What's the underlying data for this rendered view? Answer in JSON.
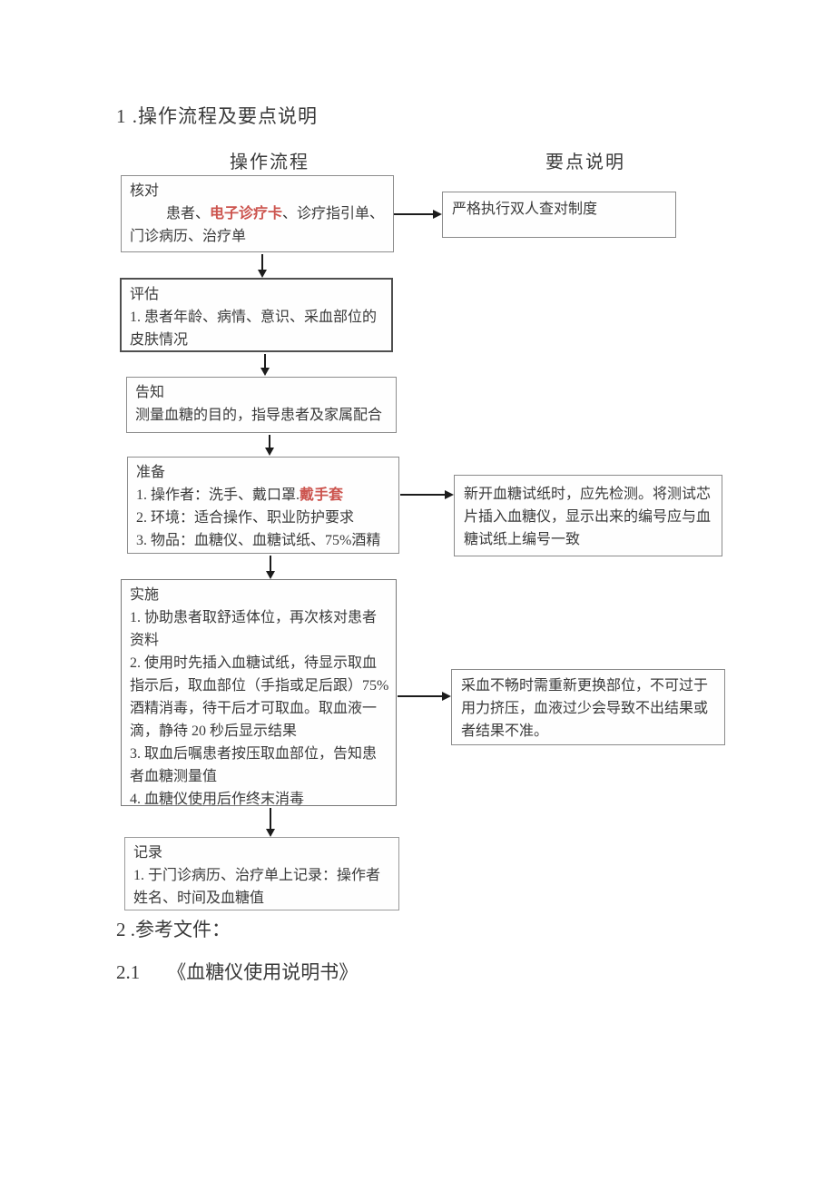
{
  "title": "1 .操作流程及要点说明",
  "headers": {
    "left": "操作流程",
    "right": "要点说明"
  },
  "flow_boxes": {
    "check": {
      "heading": "核对",
      "line2_pre": "患者、",
      "line2_red": "电子诊疗卡",
      "line2_post": "、诊疗指引单、",
      "line3": "门诊病历、治疗单"
    },
    "assess": {
      "heading": "评估",
      "line2": "1. 患者年龄、病情、意识、采血部位的",
      "line3": "皮肤情况"
    },
    "inform": {
      "heading": "告知",
      "line2": "测量血糖的目的，指导患者及家属配合"
    },
    "prepare": {
      "heading": "准备",
      "line2_pre": "1. 操作者：洗手、戴口罩.",
      "line2_red": "戴手套",
      "line3": "2. 环境：适合操作、职业防护要求",
      "line4": "3. 物品：血糖仪、血糖试纸、75%酒精"
    },
    "implement": {
      "heading": "实施",
      "lines": [
        "1. 协助患者取舒适体位，再次核对患者",
        "资料",
        "2. 使用时先插入血糖试纸，待显示取血",
        "指示后，取血部位（手指或足后跟）75%",
        "酒精消毒，待干后才可取血。取血液一",
        "滴，静待 20 秒后显示结果",
        "3. 取血后嘱患者按压取血部位，告知患",
        "者血糖测量值",
        "4. 血糖仪使用后作终末消毒"
      ]
    },
    "record": {
      "heading": "记录",
      "line2": "1. 于门诊病历、治疗单上记录：操作者",
      "line3": "姓名、时间及血糖值"
    }
  },
  "notes": {
    "note1": {
      "line1": "严格执行双人查对制度"
    },
    "note2": {
      "lines": [
        "新开血糖试纸时，应先检测。将测试芯",
        "片插入血糖仪，显示出来的编号应与血",
        "糖试纸上编号一致"
      ]
    },
    "note3": {
      "lines": [
        "采血不畅时需重新更换部位，不可过于",
        "用力挤压，血液过少会导致不出结果或",
        "者结果不准。"
      ]
    }
  },
  "footer": {
    "ref_heading": "2 .参考文件：",
    "ref_item_num": "2.1",
    "ref_item_text": "《血糖仪使用说明书》"
  },
  "colors": {
    "accent_red": "#cc544e",
    "text": "#3a3a3a",
    "box_border": "#8d8d8d"
  }
}
